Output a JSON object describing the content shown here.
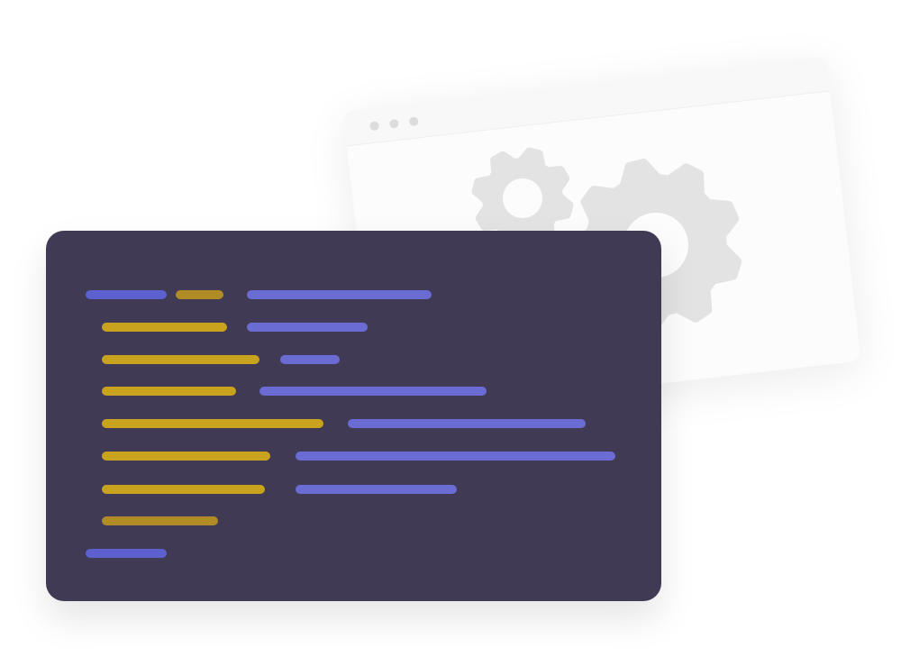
{
  "colors": {
    "editor_background": "#403a54",
    "token_blue_dim": "#5d60cf",
    "token_blue": "#6b6bd4",
    "token_gold": "#c9a21e",
    "token_gold_dim": "#b08b26",
    "gear": "#e3e3e3",
    "window_background": "#fcfcfc",
    "window_dot": "#dcdcdc"
  },
  "illustration": {
    "window_icon": "browser-window-icon",
    "gear_icon": "gear-icon",
    "editor_icon": "code-editor-icon"
  },
  "code_lines": [
    {
      "tokens": [
        {
          "color": "token_blue_dim"
        },
        {
          "color": "token_gold_dim"
        },
        {
          "color": "token_blue"
        }
      ]
    },
    {
      "tokens": [
        {
          "color": "token_gold"
        },
        {
          "color": "token_blue"
        }
      ]
    },
    {
      "tokens": [
        {
          "color": "token_gold"
        },
        {
          "color": "token_blue"
        }
      ]
    },
    {
      "tokens": [
        {
          "color": "token_gold"
        },
        {
          "color": "token_blue"
        }
      ]
    },
    {
      "tokens": [
        {
          "color": "token_gold"
        },
        {
          "color": "token_blue"
        }
      ]
    },
    {
      "tokens": [
        {
          "color": "token_gold"
        },
        {
          "color": "token_blue"
        }
      ]
    },
    {
      "tokens": [
        {
          "color": "token_gold"
        },
        {
          "color": "token_blue"
        }
      ]
    },
    {
      "tokens": [
        {
          "color": "token_gold_dim"
        }
      ]
    },
    {
      "tokens": [
        {
          "color": "token_blue_dim"
        }
      ]
    }
  ]
}
